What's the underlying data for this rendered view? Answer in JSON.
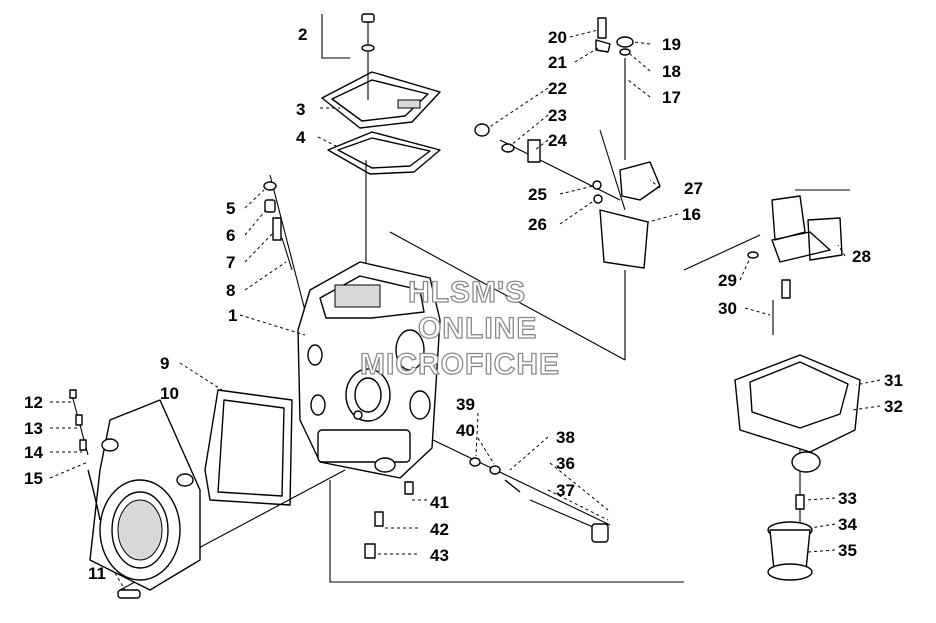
{
  "watermark": {
    "line1": "HLSM'S",
    "line2": "ONLINE",
    "line3": "MICROFICHE"
  },
  "callouts": [
    "1",
    "2",
    "3",
    "4",
    "5",
    "6",
    "7",
    "8",
    "9",
    "10",
    "11",
    "12",
    "13",
    "14",
    "15",
    "16",
    "17",
    "18",
    "19",
    "20",
    "21",
    "22",
    "23",
    "24",
    "25",
    "26",
    "27",
    "28",
    "29",
    "30",
    "31",
    "32",
    "33",
    "34",
    "35",
    "36",
    "37",
    "38",
    "39",
    "40",
    "41",
    "42",
    "43"
  ]
}
